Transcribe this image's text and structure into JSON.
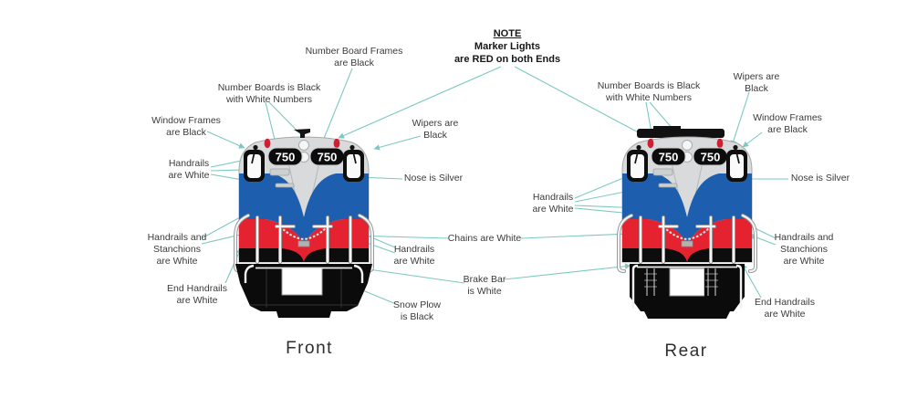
{
  "note": {
    "title": "NOTE",
    "lines": [
      "Marker Lights",
      "are RED on both Ends"
    ]
  },
  "locomotive": {
    "number": "750",
    "front_caption": "Front",
    "rear_caption": "Rear"
  },
  "callouts": {
    "number_board_frames": "Number Board Frames\nare Black",
    "number_boards_front": "Number Boards is Black\nwith White Numbers",
    "window_frames_front": "Window Frames\nare Black",
    "wipers_front": "Wipers are\nBlack",
    "handrails_front_left": "Handrails\nare White",
    "nose_front": "Nose is Silver",
    "handrails_stanchions_front": "Handrails and\nStanchions\nare White",
    "chains": "Chains are White",
    "handrails_front_right": "Handrails\nare White",
    "end_handrails_front": "End Handrails\nare White",
    "brake_bar": "Brake Bar\nis White",
    "snow_plow": "Snow Plow\nis Black",
    "number_boards_rear": "Number Boards is Black\nwith White Numbers",
    "wipers_rear": "Wipers are\nBlack",
    "window_frames_rear": "Window Frames\nare Black",
    "handrails_rear": "Handrails\nare White",
    "nose_rear": "Nose is Silver",
    "handrails_stanchions_rear": "Handrails and\nStanchions\nare White",
    "end_handrails_rear": "End Handrails\nare White"
  },
  "colors": {
    "body_silver": "#d9dadb",
    "stripe_blue": "#1d5fae",
    "stripe_red": "#e52330",
    "detail_black": "#0d0d0d",
    "handrail_white": "#f4f4f4",
    "marker_light_red": "#cf1f30",
    "leader_line_teal": "#7cc8c2"
  }
}
